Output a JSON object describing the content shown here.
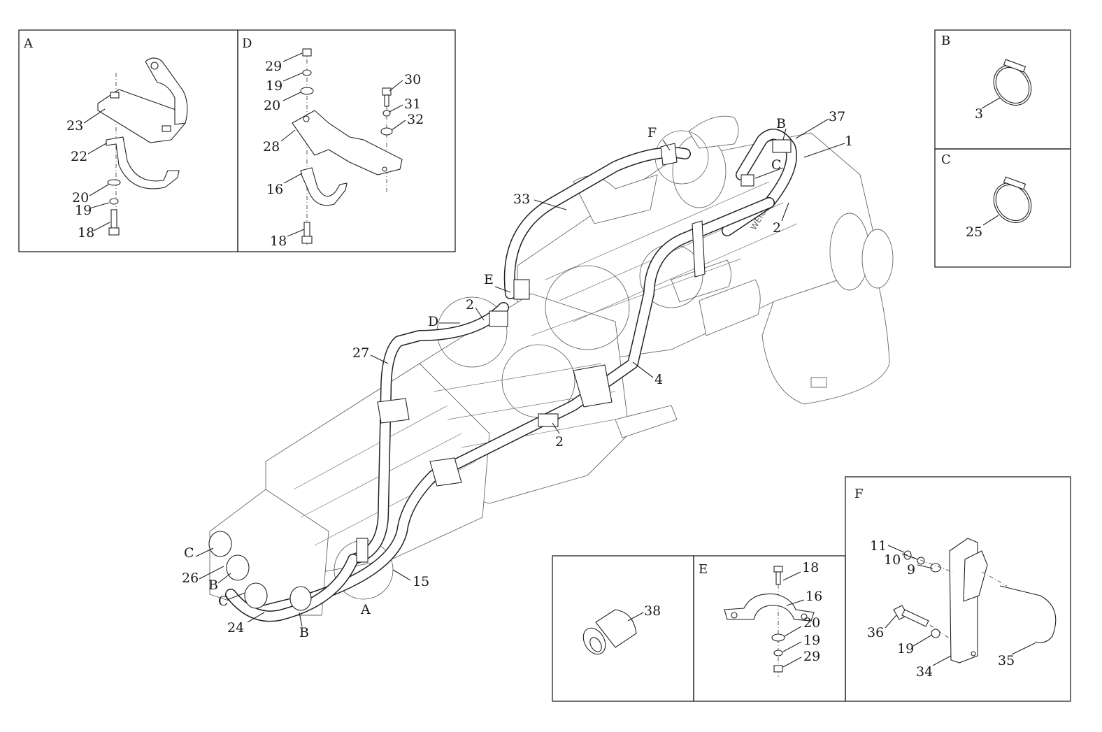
{
  "diagram": {
    "panels": {
      "A": {
        "title": "A",
        "labels": [
          "23",
          "22",
          "20",
          "19",
          "18"
        ]
      },
      "D": {
        "title": "D",
        "labels": [
          "29",
          "19",
          "20",
          "28",
          "16",
          "18",
          "30",
          "31",
          "32"
        ]
      },
      "B": {
        "title": "B",
        "labels": [
          "3"
        ]
      },
      "C": {
        "title": "C",
        "labels": [
          "25"
        ]
      },
      "G": {
        "title": "",
        "labels": [
          "38"
        ]
      },
      "E": {
        "title": "E",
        "labels": [
          "18",
          "16",
          "20",
          "19",
          "29"
        ]
      },
      "F": {
        "title": "F",
        "labels": [
          "11",
          "10",
          "9",
          "36",
          "19",
          "34",
          "35"
        ]
      }
    },
    "main_labels": [
      "F",
      "B",
      "37",
      "1",
      "C",
      "2",
      "33",
      "E",
      "2",
      "D",
      "27",
      "4",
      "2",
      "C",
      "26",
      "B",
      "C",
      "24",
      "B",
      "A",
      "15"
    ]
  }
}
